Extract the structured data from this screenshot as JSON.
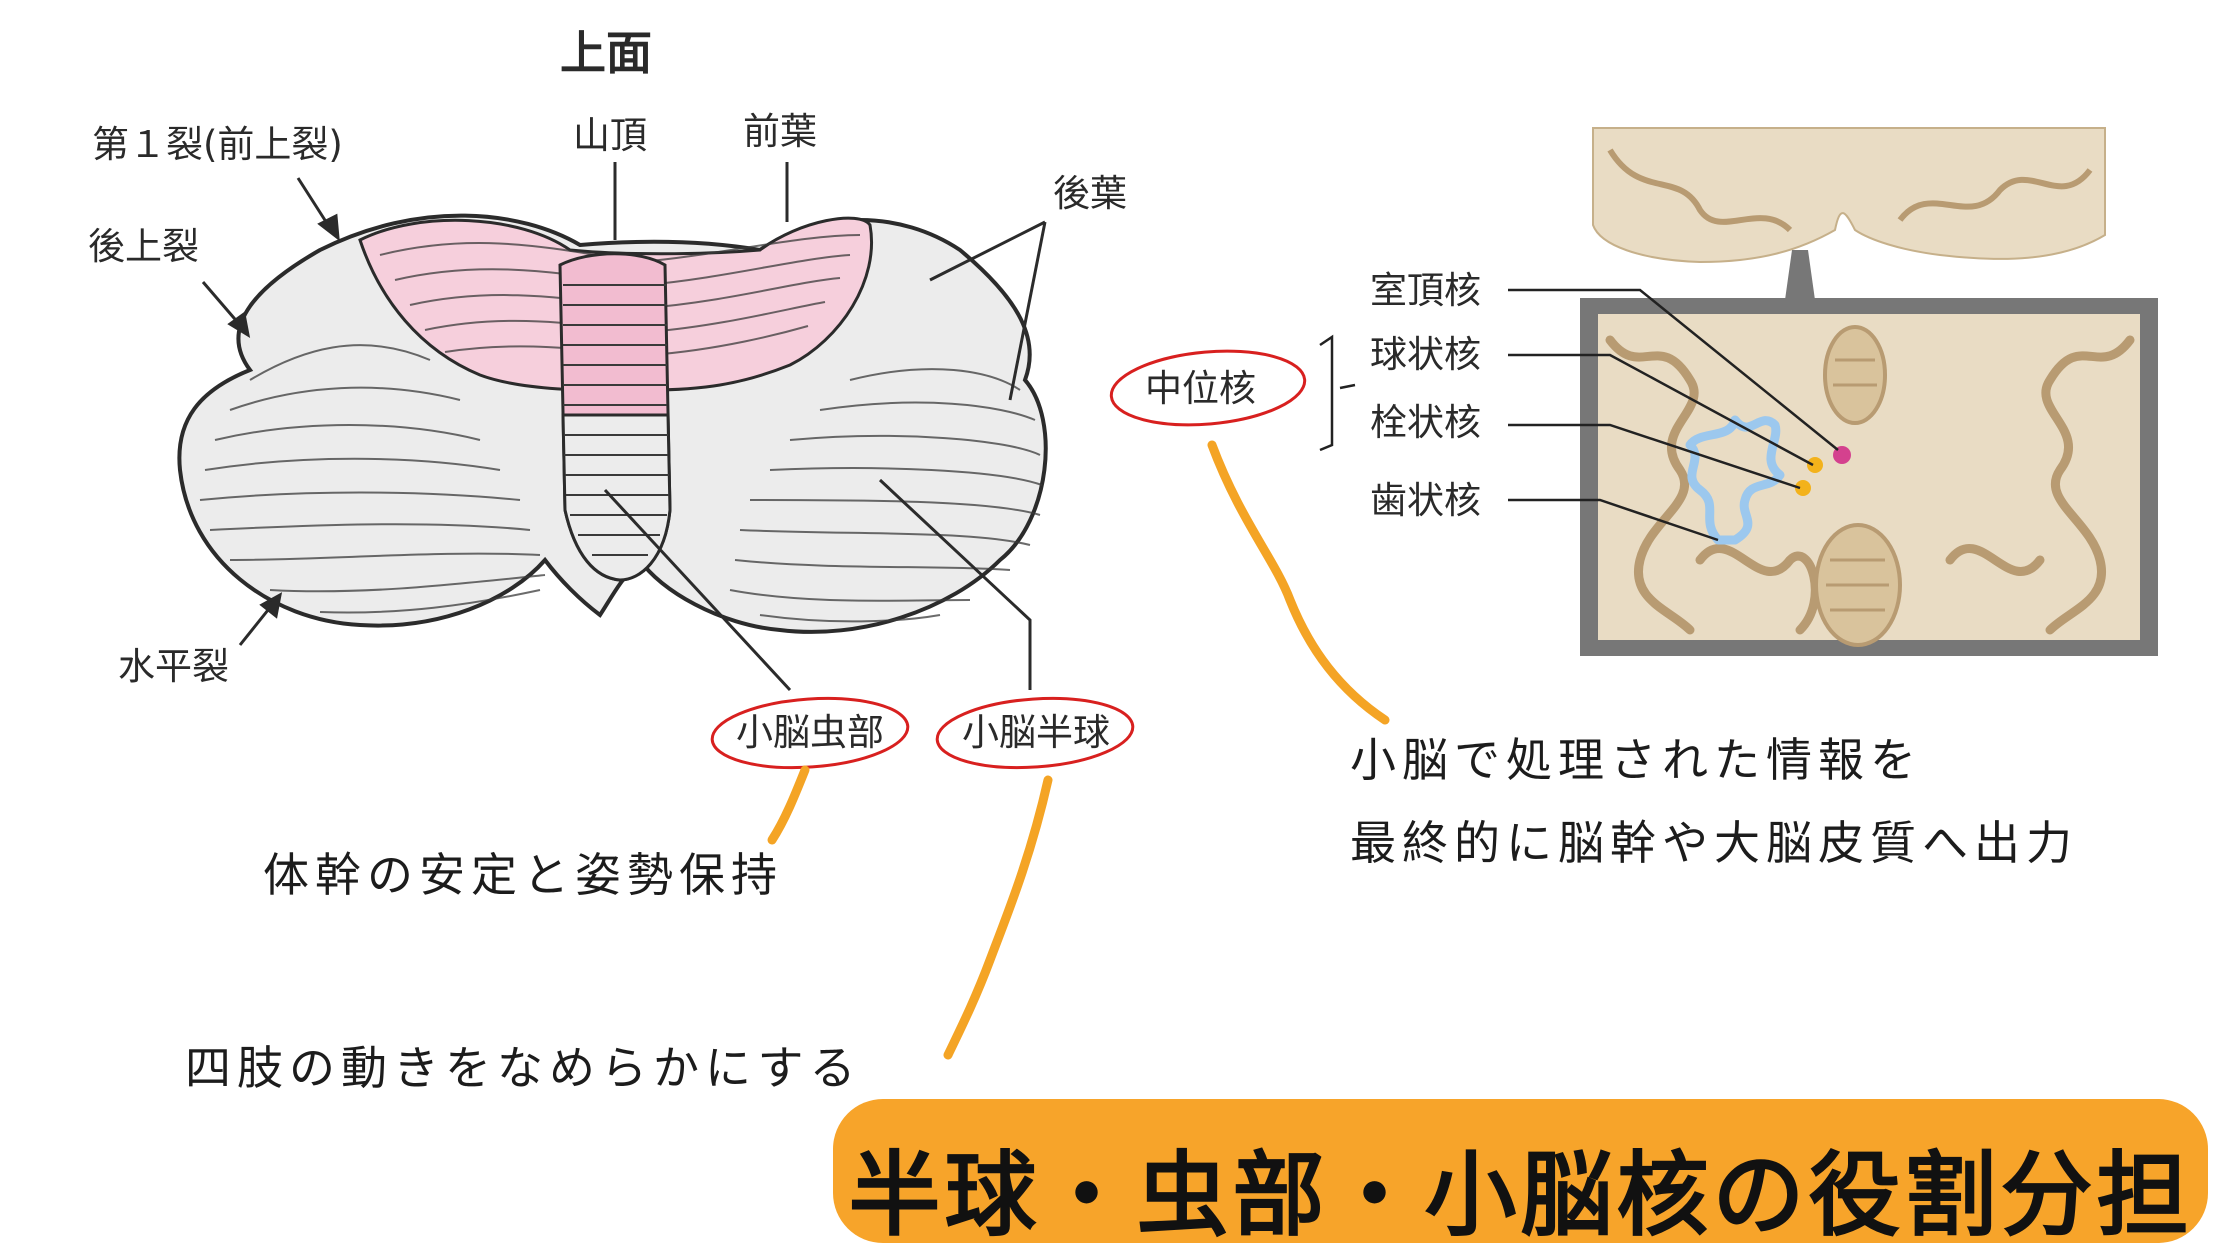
{
  "left_diagram": {
    "view_label": "上面",
    "labels": {
      "fissure1": "第１裂(前上裂)",
      "culmen": "山頂",
      "anterior_lobe": "前葉",
      "posterior_lobe": "後葉",
      "posterior_superior_fissure": "後上裂",
      "horizontal_fissure": "水平裂",
      "vermis": "小脳虫部",
      "hemisphere": "小脳半球"
    },
    "colors": {
      "anterior_lobe_fill": "#f6cfdc",
      "lobe_fill": "#ececec",
      "outline": "#2b2b2b"
    }
  },
  "right_diagram": {
    "labels": {
      "fastigial": "室頂核",
      "globose": "球状核",
      "emboliform": "栓状核",
      "dentate": "歯状核",
      "interposed": "中位核"
    },
    "colors": {
      "frame": "#777777",
      "tissue": "#e9dcc4",
      "grey_matter": "#b89b72",
      "fastigial_dot": "#d4418e",
      "interposed_dot": "#f3b21b",
      "dentate_line": "#9cc8ee"
    }
  },
  "notes": {
    "vermis_function": "体幹の安定と姿勢保持",
    "hemisphere_function": "四肢の動きをなめらかにする",
    "nuclei_function_line1": "小脳で処理された情報を",
    "nuclei_function_line2": "最終的に脳幹や大脳皮質へ出力"
  },
  "title": "半球・虫部・小脳核の役割分担",
  "accent_colors": {
    "highlight_line": "#f4a425",
    "circle": "#d8201f",
    "banner": "#f7a42a"
  }
}
